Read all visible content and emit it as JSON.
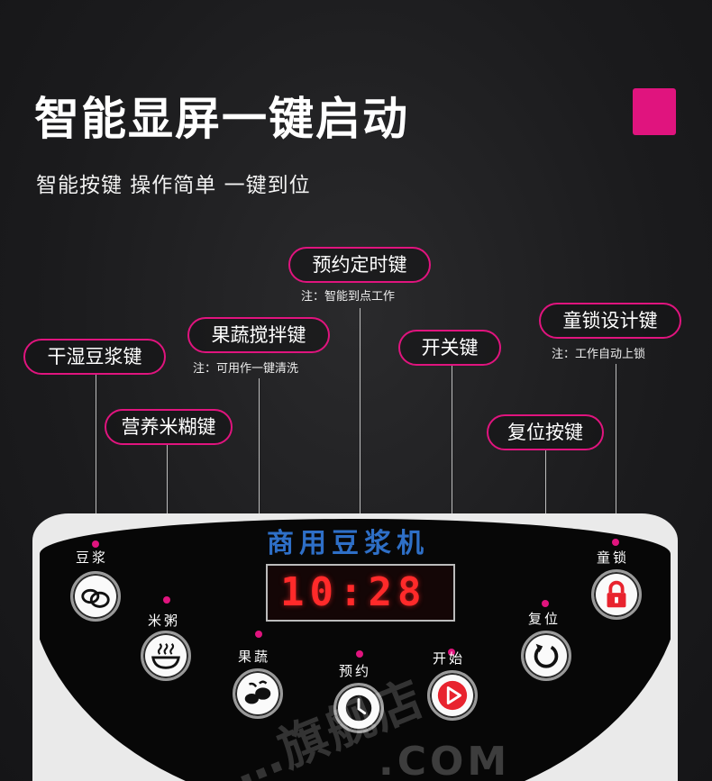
{
  "header": {
    "title": "智能显屏一键启动",
    "subtitle": "智能按键 操作简单 一键到位"
  },
  "colors": {
    "accent": "#e0147e",
    "brand_blue": "#2e6fc7",
    "display_red": "#ff2a2a"
  },
  "callouts": {
    "schedule": {
      "label": "预约定时键",
      "note": "注：智能到点工作"
    },
    "fruit_veg": {
      "label": "果蔬搅拌键",
      "note": "注：可用作一键清洗"
    },
    "dry_wet": {
      "label": "干湿豆浆键"
    },
    "nutrition": {
      "label": "营养米糊键"
    },
    "power": {
      "label": "开关键"
    },
    "child_lock": {
      "label": "童锁设计键",
      "note": "注：工作自动上锁"
    },
    "reset": {
      "label": "复位按键"
    }
  },
  "panel": {
    "brand": "商用豆浆机",
    "display_time": "10:28",
    "buttons": {
      "soy_milk": {
        "label": "豆浆",
        "icon": "beans-icon"
      },
      "rice_porridge": {
        "label": "米粥",
        "icon": "steaming-bowl-icon"
      },
      "fruit_veg": {
        "label": "果蔬",
        "icon": "vegetables-icon"
      },
      "schedule": {
        "label": "预约",
        "icon": "clock-icon"
      },
      "start": {
        "label": "开始",
        "icon": "play-icon"
      },
      "reset": {
        "label": "复位",
        "icon": "reset-arrow-icon"
      },
      "child_lock": {
        "label": "童锁",
        "icon": "lock-icon"
      }
    }
  },
  "watermark": {
    "text1": "…旗舰店",
    "text2": ".COM"
  }
}
